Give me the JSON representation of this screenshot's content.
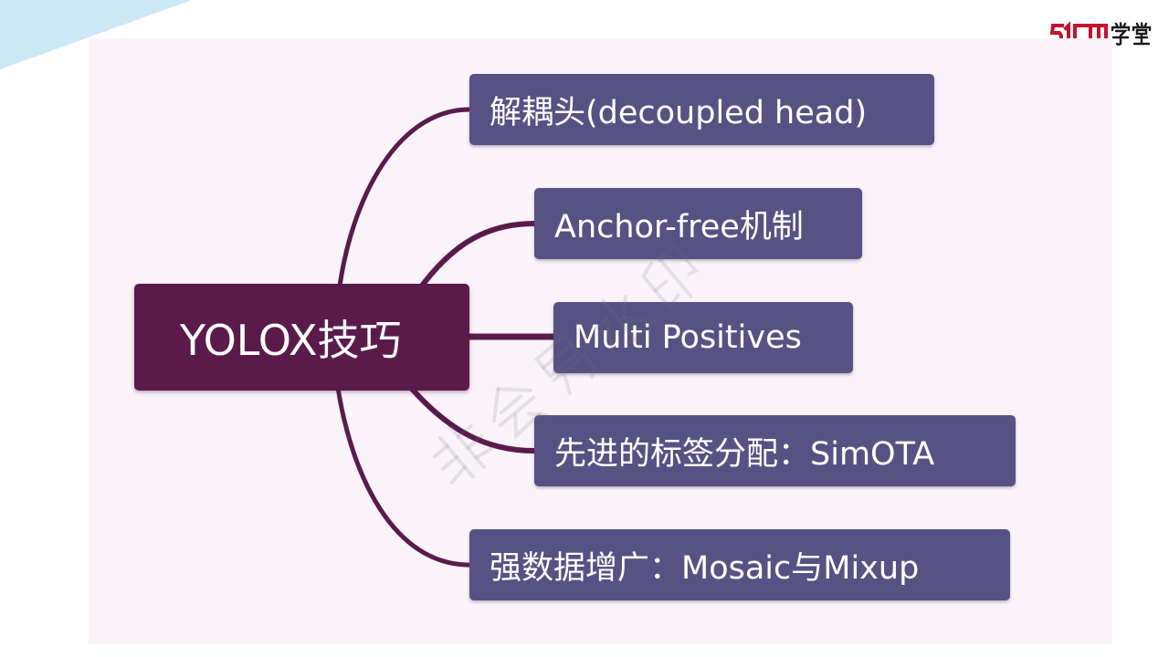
{
  "brand": {
    "logo_text": "51CTO学堂",
    "logo_primary_color": "#c8102e",
    "logo_secondary_color": "#1a1a1a"
  },
  "watermark": {
    "text": "非会员水印"
  },
  "mindmap": {
    "root": {
      "label": "YOLOX技巧",
      "color": "#5a1b4c"
    },
    "branch_color": "#575283",
    "connector_color": "#5a1b4c",
    "branches": [
      {
        "label": "解耦头(decoupled head)"
      },
      {
        "label": "Anchor-free机制"
      },
      {
        "label": "Multi Positives"
      },
      {
        "label": "先进的标签分配：SimOTA"
      },
      {
        "label": "强数据增广：Mosaic与Mixup"
      }
    ]
  },
  "colors": {
    "canvas_background": "#faf4fa",
    "corner_accent": "#cde8f7"
  }
}
